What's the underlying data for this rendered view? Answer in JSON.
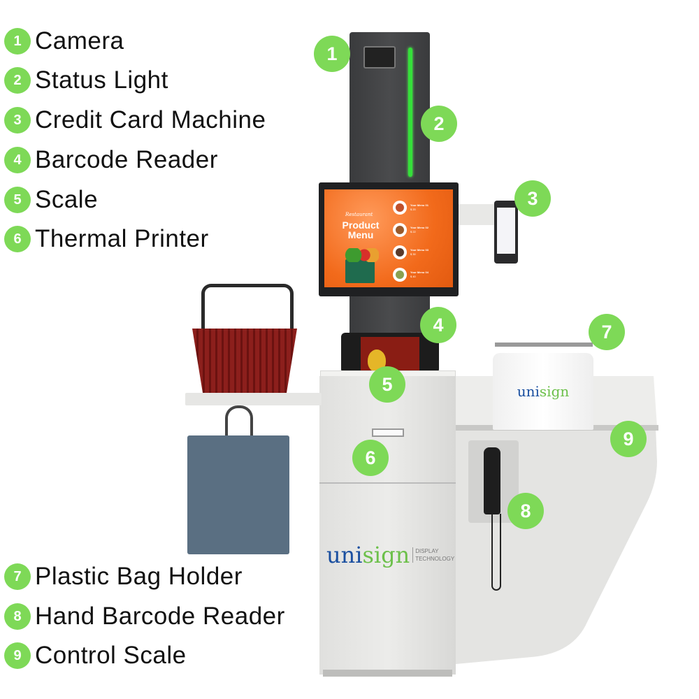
{
  "legend_top": [
    {
      "n": "1",
      "label": "Camera"
    },
    {
      "n": "2",
      "label": "Status Light"
    },
    {
      "n": "3",
      "label": "Credit Card Machine"
    },
    {
      "n": "4",
      "label": "Barcode Reader"
    },
    {
      "n": "5",
      "label": "Scale"
    },
    {
      "n": "6",
      "label": "Thermal Printer"
    }
  ],
  "legend_bottom": [
    {
      "n": "7",
      "label": "Plastic Bag Holder"
    },
    {
      "n": "8",
      "label": "Hand Barcode Reader"
    },
    {
      "n": "9",
      "label": "Control Scale"
    }
  ],
  "screen": {
    "script": "Restaurant",
    "title1": "Product",
    "title2": "Menu",
    "items": [
      {
        "name": "Your Menu 01",
        "price": "$ 20"
      },
      {
        "name": "Your Menu 02",
        "price": "$ 22"
      },
      {
        "name": "Your Menu 03",
        "price": "$ 30"
      },
      {
        "name": "Your Menu 04",
        "price": "$ 40"
      }
    ]
  },
  "brand": {
    "uni": "uni",
    "sign": "sign",
    "tag1": "Display",
    "tag2": "Technology",
    "bag_uni": "uni",
    "bag_sign": "sign"
  },
  "colors": {
    "accent": "#7ed957",
    "brand_blue": "#1a4fa0",
    "brand_green": "#6cc04a",
    "screen_orange": "#f26a1b"
  }
}
